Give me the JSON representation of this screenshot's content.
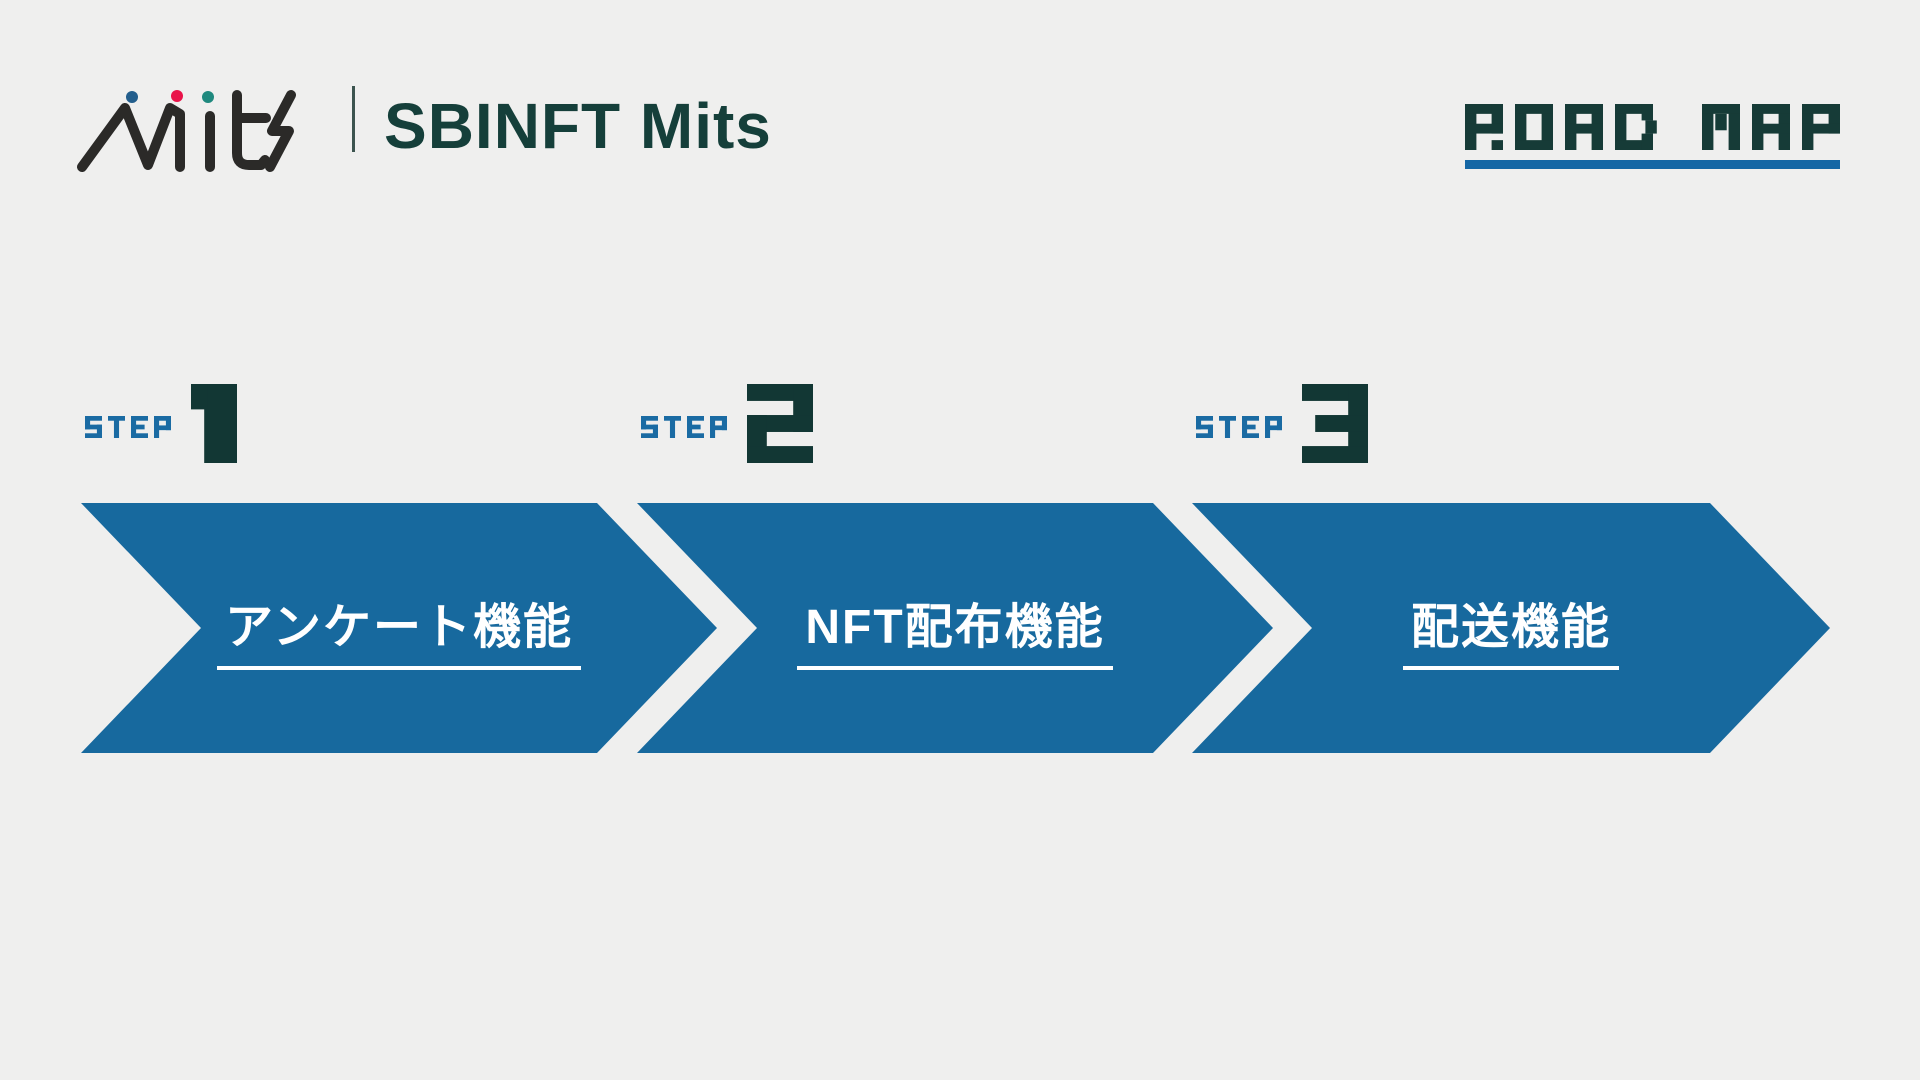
{
  "page": {
    "background": "#EFEFEE"
  },
  "colors": {
    "arrow_blue": "#17699E",
    "badge_underline_blue": "#1567A5",
    "step_label_blue": "#1A6BA3",
    "dark_teal": "#163B37",
    "digit_teal": "#123734",
    "product_teal": "#153F3A",
    "logo_ink": "#2B2A28",
    "logo_dots": [
      "#235E8C",
      "#E91349",
      "#1F897E"
    ],
    "arrow_text": "#FFFFFF",
    "divider": "#3C544F"
  },
  "header": {
    "brand_logo_text": "mits",
    "product_name": "SBINFT Mits",
    "badge_text": "ROAD MAP"
  },
  "steps": [
    {
      "label": "STEP",
      "number": "1",
      "title": "アンケート機能"
    },
    {
      "label": "STEP",
      "number": "2",
      "title": "NFT配布機能"
    },
    {
      "label": "STEP",
      "number": "3",
      "title": "配送機能"
    }
  ]
}
